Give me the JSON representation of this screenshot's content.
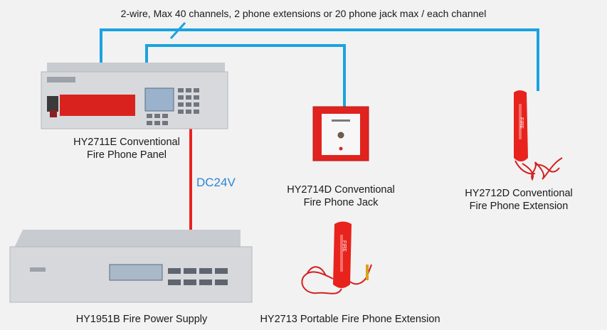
{
  "topology": {
    "header": "2-wire, Max 40 channels, 2 phone extensions or 20 phone jack max / each channel",
    "bus_color": "#1aa3e0",
    "power_color": "#e8231f",
    "power_label": "DC24V",
    "power_label_color": "#2a86d6"
  },
  "devices": {
    "panel": {
      "line1": "HY2711E Conventional",
      "line2": "Fire Phone Panel"
    },
    "jack": {
      "line1": "HY2714D Conventional",
      "line2": "Fire Phone Jack"
    },
    "extension": {
      "line1": "HY2712D Conventional",
      "line2": "Fire Phone Extension"
    },
    "power_supply": {
      "line1": "HY1951B Fire Power Supply"
    },
    "portable": {
      "line1": "HY2713 Portable Fire Phone Extension"
    }
  }
}
